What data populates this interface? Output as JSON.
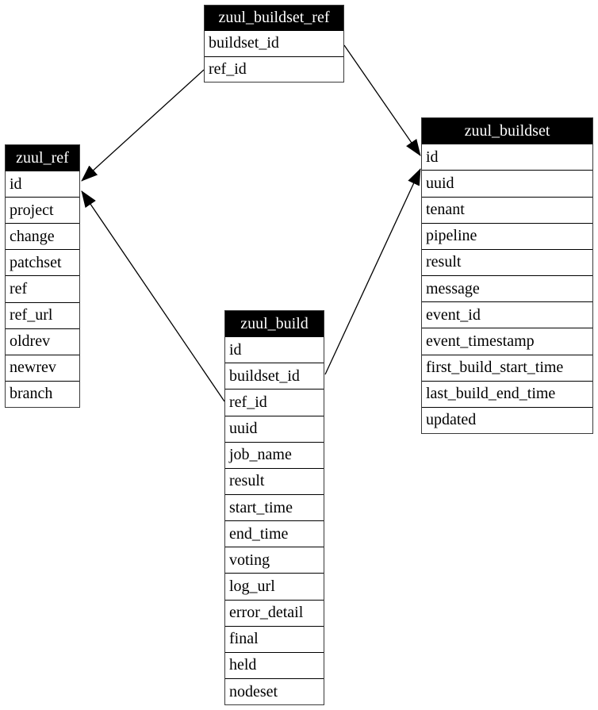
{
  "diagram": {
    "type": "entity-relationship-schema",
    "tables": [
      {
        "id": "zuul_buildset_ref",
        "title": "zuul_buildset_ref",
        "rows": [
          "buildset_id",
          "ref_id"
        ]
      },
      {
        "id": "zuul_ref",
        "title": "zuul_ref",
        "rows": [
          "id",
          "project",
          "change",
          "patchset",
          "ref",
          "ref_url",
          "oldrev",
          "newrev",
          "branch"
        ]
      },
      {
        "id": "zuul_buildset",
        "title": "zuul_buildset",
        "rows": [
          "id",
          "uuid",
          "tenant",
          "pipeline",
          "result",
          "message",
          "event_id",
          "event_timestamp",
          "first_build_start_time",
          "last_build_end_time",
          "updated"
        ]
      },
      {
        "id": "zuul_build",
        "title": "zuul_build",
        "rows": [
          "id",
          "buildset_id",
          "ref_id",
          "uuid",
          "job_name",
          "result",
          "start_time",
          "end_time",
          "voting",
          "log_url",
          "error_detail",
          "final",
          "held",
          "nodeset"
        ]
      }
    ],
    "relations": [
      {
        "from": "zuul_buildset_ref.ref_id",
        "to": "zuul_ref.id"
      },
      {
        "from": "zuul_buildset_ref.buildset_id",
        "to": "zuul_buildset.id"
      },
      {
        "from": "zuul_build.ref_id",
        "to": "zuul_ref.id"
      },
      {
        "from": "zuul_build.buildset_id",
        "to": "zuul_buildset.id"
      }
    ],
    "colors": {
      "header_bg": "#000000",
      "header_text": "#ffffff",
      "row_bg": "#ffffff",
      "row_text": "#000000",
      "border": "#000000",
      "edge": "#000000",
      "background": "#ffffff"
    }
  }
}
